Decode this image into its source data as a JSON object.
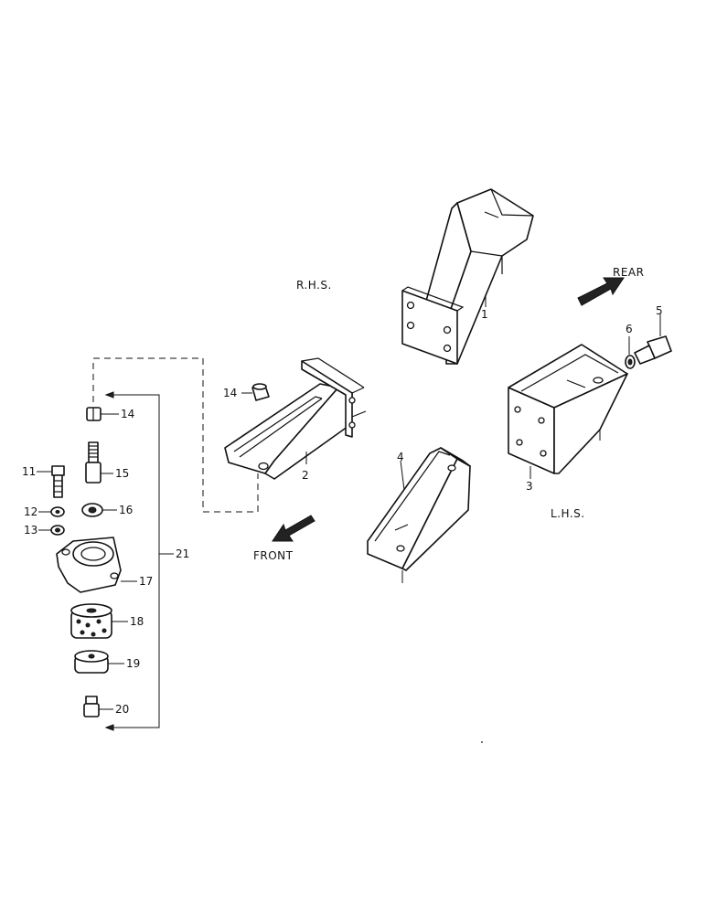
{
  "labels": {
    "rhs": "R.H.S.",
    "lhs": "L.H.S.",
    "rear": "REAR",
    "front": "FRONT"
  },
  "callouts": {
    "c1": "1",
    "c2": "2",
    "c3": "3",
    "c4": "4",
    "c5": "5",
    "c6": "6",
    "c11": "11",
    "c12": "12",
    "c13": "13",
    "c14a": "14",
    "c14b": "14",
    "c15": "15",
    "c16": "16",
    "c17": "17",
    "c18": "18",
    "c19": "19",
    "c20": "20",
    "c21": "21"
  }
}
